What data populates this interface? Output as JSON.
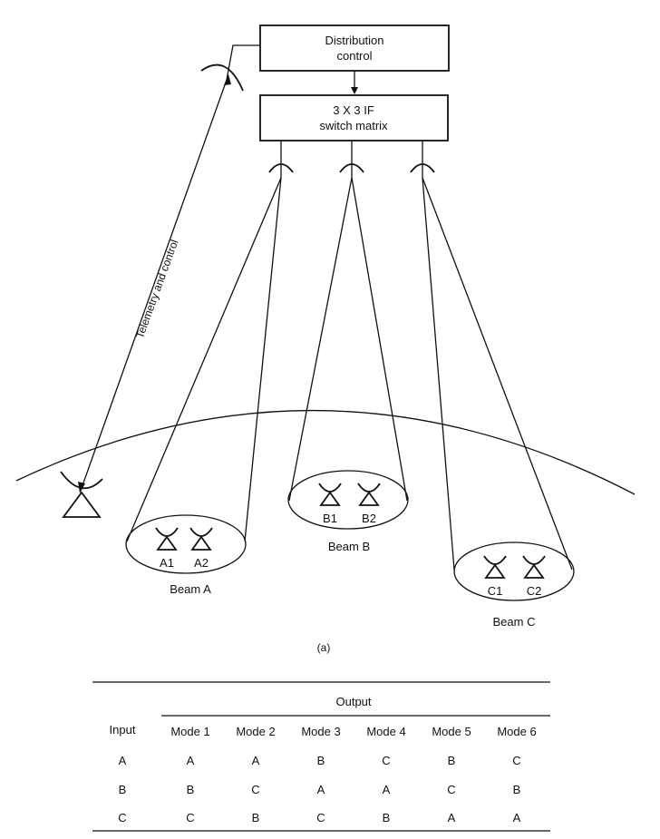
{
  "diagram": {
    "distribution_box": {
      "line1": "Distribution",
      "line2": "control"
    },
    "switch_box": {
      "line1": "3 X 3 IF",
      "line2": "switch matrix"
    },
    "telemetry_label": "Telemetry and control",
    "beams": [
      {
        "label": "Beam A",
        "stations": [
          "A1",
          "A2"
        ]
      },
      {
        "label": "Beam B",
        "stations": [
          "B1",
          "B2"
        ]
      },
      {
        "label": "Beam C",
        "stations": [
          "C1",
          "C2"
        ]
      }
    ],
    "caption": "(a)"
  },
  "table": {
    "group_header": "Output",
    "row_header": "Input",
    "modes": [
      "Mode 1",
      "Mode 2",
      "Mode 3",
      "Mode 4",
      "Mode 5",
      "Mode 6"
    ],
    "rows": [
      {
        "input": "A",
        "outputs": [
          "A",
          "A",
          "B",
          "C",
          "B",
          "C"
        ]
      },
      {
        "input": "B",
        "outputs": [
          "B",
          "C",
          "A",
          "A",
          "C",
          "B"
        ]
      },
      {
        "input": "C",
        "outputs": [
          "C",
          "B",
          "C",
          "B",
          "A",
          "A"
        ]
      }
    ]
  }
}
